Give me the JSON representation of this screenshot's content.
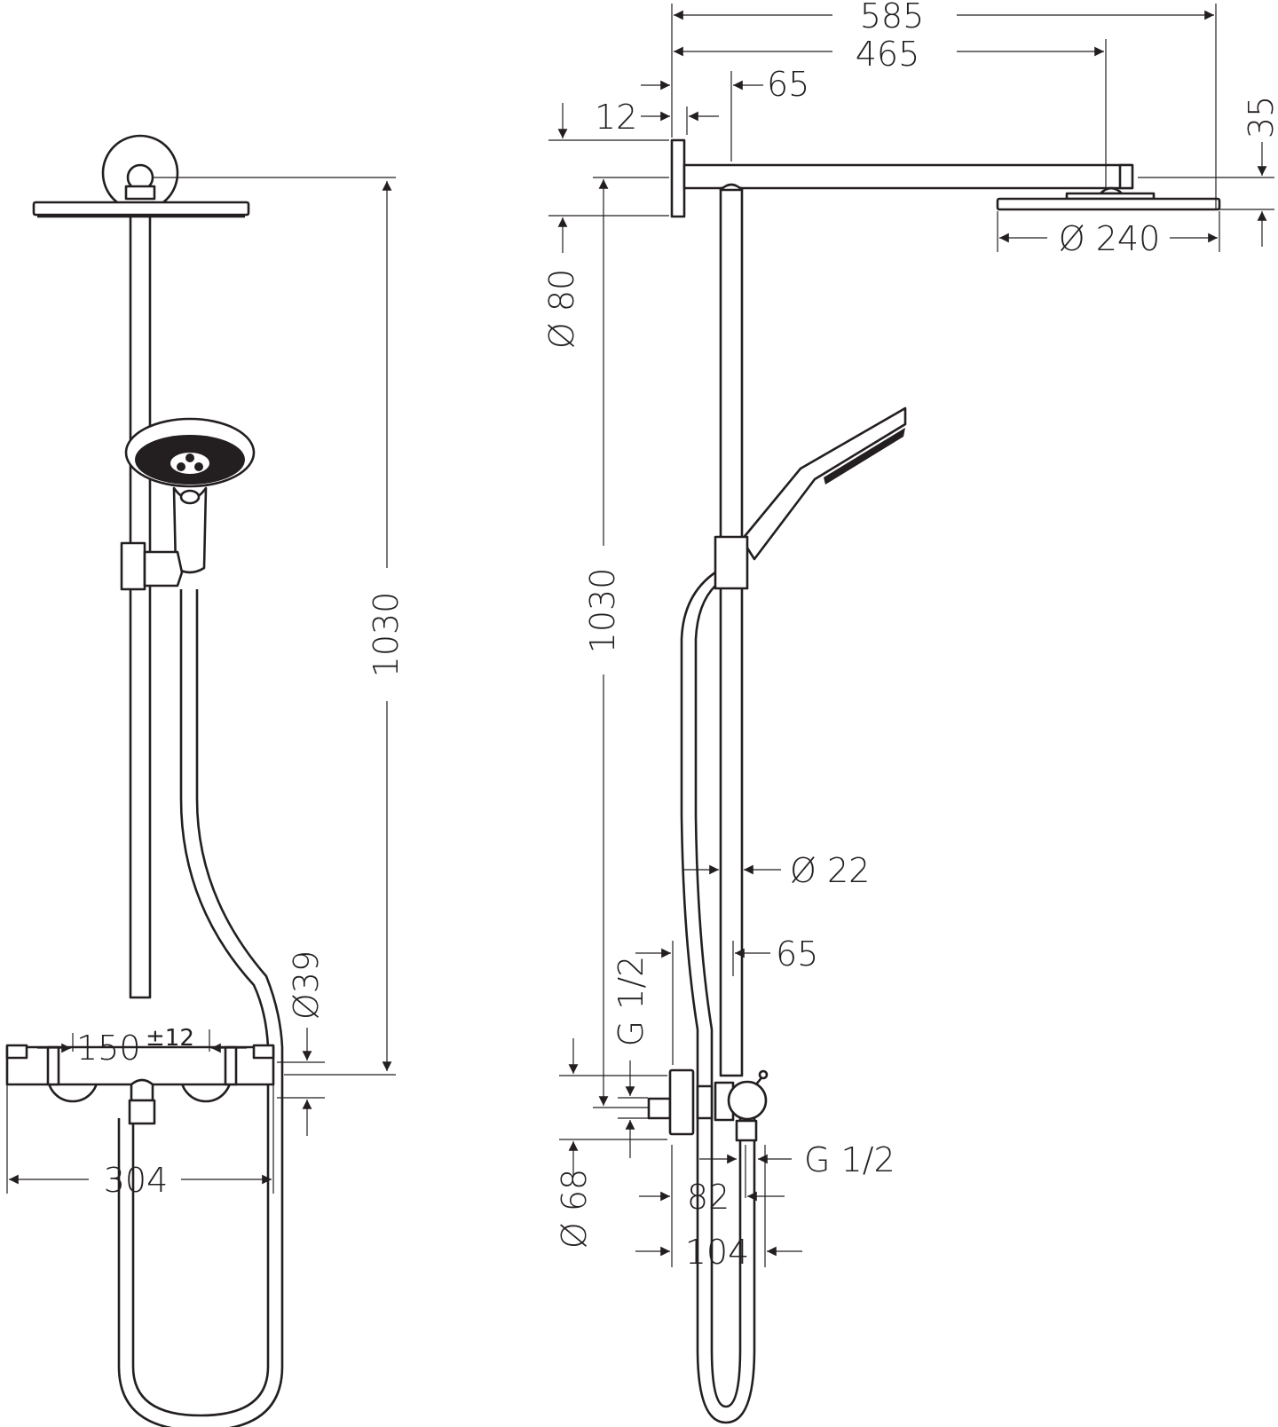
{
  "drawing": {
    "subject": "Shower system with thermostatic mixer - dimension drawing",
    "front_view": {
      "dimensions": {
        "height": "1030",
        "valve_centres": "150",
        "valve_tolerance": "±12",
        "mixer_width": "304",
        "mixer_diameter": "Ø39"
      }
    },
    "side_view": {
      "dimensions": {
        "overall_projection": "585",
        "arm_to_head_centre": "465",
        "rail_offset_top": "65",
        "wall_plate_thickness": "12",
        "head_height": "35",
        "head_diameter": "Ø 240",
        "wall_plate_diameter": "Ø 80",
        "height": "1030",
        "rail_diameter": "Ø 22",
        "rail_offset_bottom": "65",
        "inlet_thread_vertical": "G 1/2",
        "outlet_thread": "G 1/2",
        "escutcheon_diameter": "Ø 68",
        "depth_82": "82",
        "depth_104": "104"
      }
    }
  }
}
